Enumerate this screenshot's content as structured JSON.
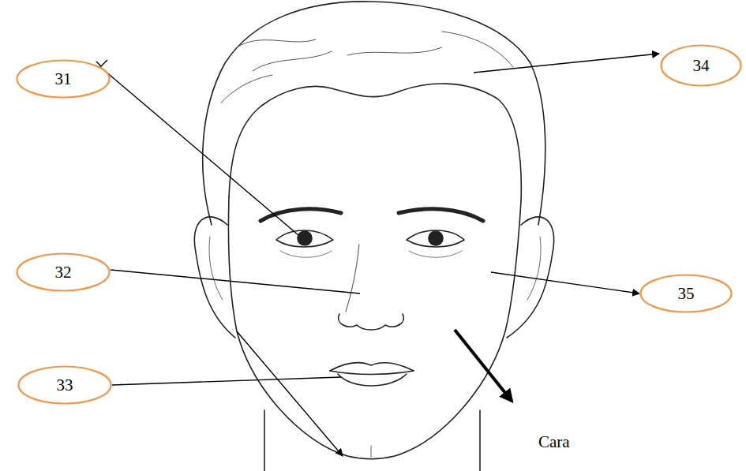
{
  "diagram": {
    "nodes": [
      {
        "text": [
          "34"
        ]
      },
      {
        "text": [
          "31"
        ]
      },
      {
        "text": [
          "32"
        ]
      },
      {
        "text": [
          "35"
        ]
      },
      {
        "text": [
          "33"
        ]
      }
    ],
    "labels": [
      "Cara"
    ]
  }
}
